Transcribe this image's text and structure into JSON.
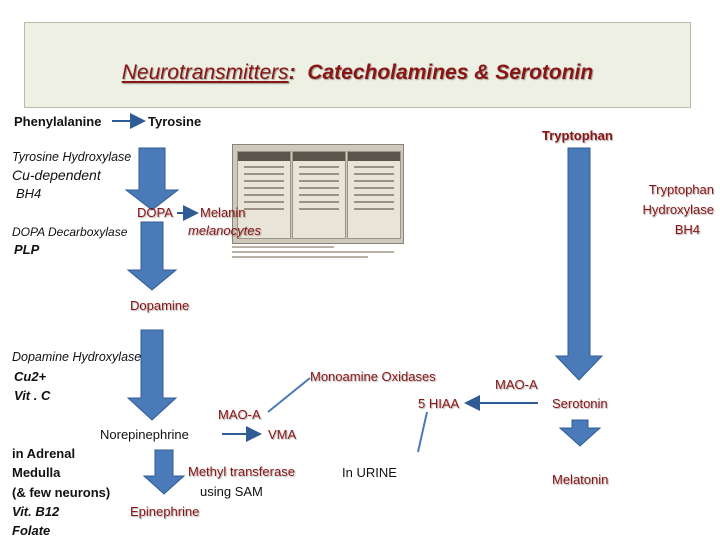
{
  "title": {
    "lead": "Neurotransmitters",
    "sep": ":",
    "main": "Catecholamines & Serotonin"
  },
  "labels": {
    "phenylalanine": "Phenylalanine",
    "tyrosine": "Tyrosine",
    "tryptophan": "Tryptophan",
    "tyrosine_hydroxylase": "Tyrosine Hydroxylase",
    "cu_dependent": "Cu-dependent",
    "bh4_left": "BH4",
    "dopa": "DOPA",
    "melanin": "Melanin",
    "melanocytes": "melanocytes",
    "dopa_decarboxylase": "DOPA Decarboxylase",
    "plp": "PLP",
    "tryptophan_hydroxylase_1": "Tryptophan",
    "tryptophan_hydroxylase_2": "Hydroxylase",
    "bh4_right": "BH4",
    "dopamine": "Dopamine",
    "dopamine_hydroxylase": "Dopamine Hydroxylase",
    "cu2": "Cu2+",
    "vitc": "Vit . C",
    "monoamine_oxidases": "Monoamine Oxidases",
    "mao_a_right": "MAO-A",
    "five_hiaa": "5 HIAA",
    "serotonin": "Serotonin",
    "mao_a_mid": "MAO-A",
    "norepinephrine": "Norepinephrine",
    "vma": "VMA",
    "in_adrenal": "in Adrenal",
    "medulla": "Medulla",
    "few_neurons": "(& few neurons)",
    "vit_b12": "Vit. B12",
    "folate": "Folate",
    "methyl_transferase": "Methyl transferase",
    "using_sam": "using SAM",
    "epinephrine": "Epinephrine",
    "in_urine": "In URINE",
    "melatonin": "Melatonin"
  },
  "colors": {
    "accent_red": "#8b1414",
    "arrow_fill": "#4a7ab8",
    "arrow_stroke": "#2f5c94",
    "title_bg": "#eef0e4"
  }
}
